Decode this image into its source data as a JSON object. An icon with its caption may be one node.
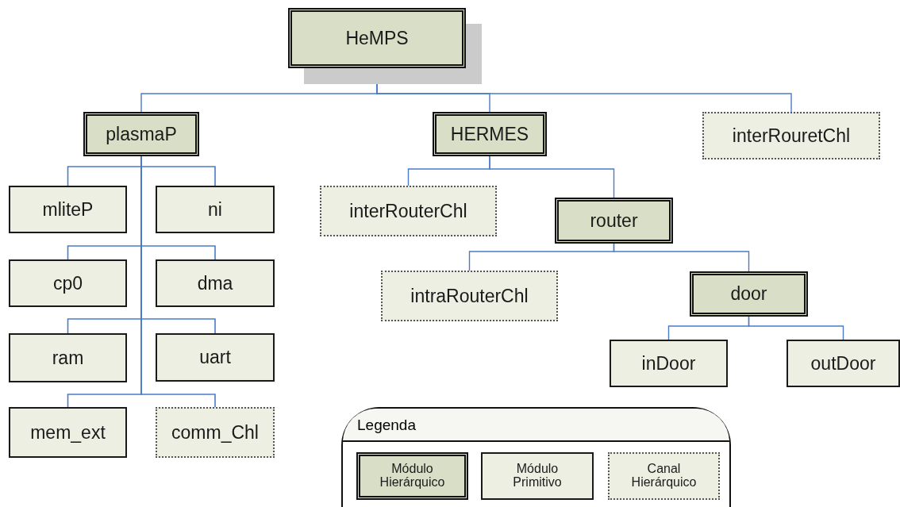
{
  "diagram": {
    "nodes": [
      {
        "text": [
          "HeMPS"
        ]
      },
      {
        "text": [
          "plasmaP"
        ]
      },
      {
        "text": [
          "HERMES"
        ]
      },
      {
        "text": [
          "interRouretChl"
        ]
      },
      {
        "text": [
          "mliteP"
        ]
      },
      {
        "text": [
          "ni"
        ]
      },
      {
        "text": [
          "interRouterChl"
        ]
      },
      {
        "text": [
          "router"
        ]
      },
      {
        "text": [
          "cp0"
        ]
      },
      {
        "text": [
          "dma"
        ]
      },
      {
        "text": [
          "intraRouterChl"
        ]
      },
      {
        "text": [
          "door"
        ]
      },
      {
        "text": [
          "ram"
        ]
      },
      {
        "text": [
          "uart"
        ]
      },
      {
        "text": [
          "inDoor"
        ]
      },
      {
        "text": [
          "outDoor"
        ]
      },
      {
        "text": [
          "mem_ext"
        ]
      },
      {
        "text": [
          "comm_Chl"
        ]
      }
    ],
    "edges": [
      {
        "from": 0,
        "to": 1,
        "arrow": "none"
      },
      {
        "from": 0,
        "to": 2,
        "arrow": "none"
      },
      {
        "from": 0,
        "to": 3,
        "arrow": "none"
      },
      {
        "from": 1,
        "to": 4,
        "arrow": "none"
      },
      {
        "from": 1,
        "to": 5,
        "arrow": "none"
      },
      {
        "from": 1,
        "to": 8,
        "arrow": "none"
      },
      {
        "from": 1,
        "to": 9,
        "arrow": "none"
      },
      {
        "from": 1,
        "to": 12,
        "arrow": "none"
      },
      {
        "from": 1,
        "to": 13,
        "arrow": "none"
      },
      {
        "from": 1,
        "to": 16,
        "arrow": "none"
      },
      {
        "from": 1,
        "to": 17,
        "arrow": "none"
      },
      {
        "from": 2,
        "to": 6,
        "arrow": "none"
      },
      {
        "from": 2,
        "to": 7,
        "arrow": "none"
      },
      {
        "from": 7,
        "to": 10,
        "arrow": "none"
      },
      {
        "from": 7,
        "to": 11,
        "arrow": "none"
      },
      {
        "from": 11,
        "to": 14,
        "arrow": "none"
      },
      {
        "from": 11,
        "to": 15,
        "arrow": "none"
      }
    ],
    "labels": [
      "Legenda"
    ],
    "legend": [
      {
        "text": "Módulo Hierárquico"
      },
      {
        "text": "Módulo Primitivo"
      },
      {
        "text": "Canal Hierárquico"
      }
    ]
  }
}
